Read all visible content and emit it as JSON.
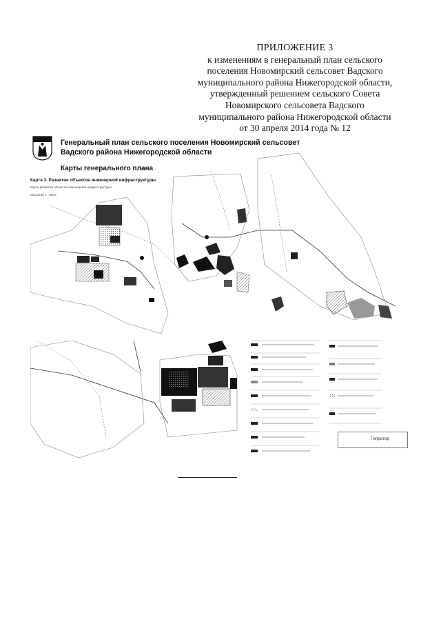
{
  "heading": {
    "lines": [
      "ПРИЛОЖЕНИЕ 3",
      "к изменениям в генеральный план сельского",
      "поселения Новомирский сельсовет Вадского",
      "муниципального района Нижегородской области,",
      "утвержденный решением сельского Совета",
      "Новомирского сельсовета Вадского",
      "муниципального района Нижегородской области",
      "от 30 апреля 2014 года № 12"
    ]
  },
  "plate": {
    "title_line1": "Генеральный план сельского поселения Новомирский сельсовет",
    "title_line2": "Вадского района Нижегородской области",
    "subtitle": "Карты генерального плана",
    "map_title": "Карта 3. Развитие объектов инженерной инфраструктуры",
    "map_subtitle": "Карта развития объектов инженерной инфраструктуры",
    "scale": "Масштаб 1 : 5000",
    "stamp_text": "Гипрогор"
  },
  "colors": {
    "ink": "#111111",
    "hatch": "#7a7a7a"
  }
}
